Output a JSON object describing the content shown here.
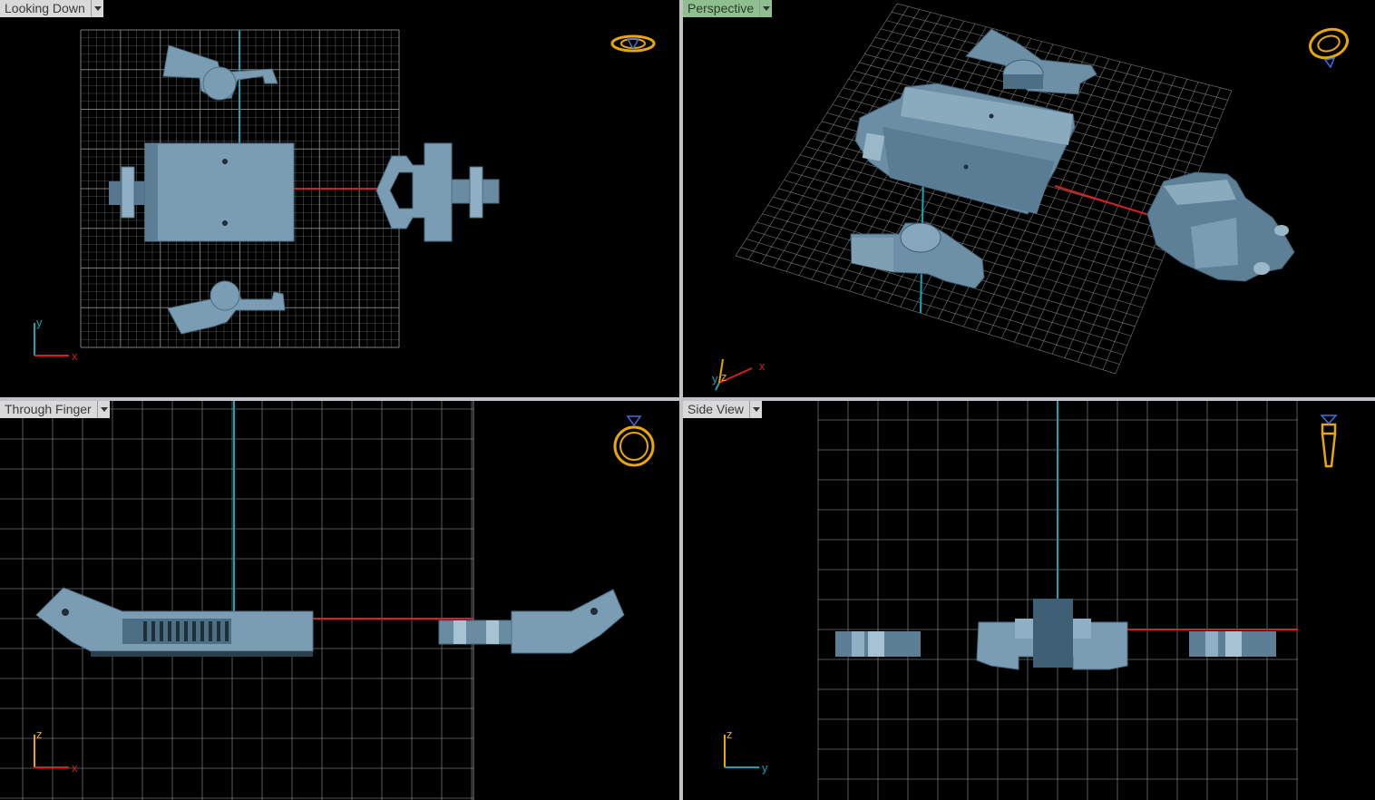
{
  "viewports": {
    "top": {
      "label": "Looking Down",
      "axis_a": "y",
      "axis_b": "x"
    },
    "perspective": {
      "label": "Perspective",
      "axis_a": "x",
      "axis_b": "y",
      "axis_c": "z"
    },
    "front": {
      "label": "Through Finger",
      "axis_a": "z",
      "axis_b": "x"
    },
    "side": {
      "label": "Side View",
      "axis_a": "z",
      "axis_b": "y"
    }
  },
  "colors": {
    "background": "#000000",
    "grid": "#8a8a8a",
    "x_axis": "#d42020",
    "y_axis": "#1aa3b5",
    "model": "#7a9db4",
    "gizmo": "#e8a800",
    "tab": "#d9d9d9",
    "tab_active": "#8fbf8f"
  },
  "icons": {
    "top": "ring-top-icon",
    "perspective": "ring-perspective-icon",
    "front": "ring-front-icon",
    "side": "ring-side-icon"
  }
}
